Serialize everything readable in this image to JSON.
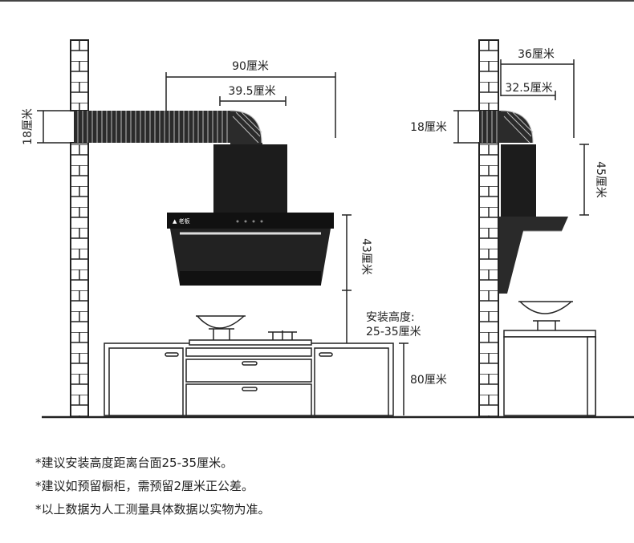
{
  "dimensions": {
    "duct_height_left": "18厘米",
    "total_depth_front": "90厘米",
    "duct_center_front": "39.5厘米",
    "hood_height_front": "43厘米",
    "install_label_line1": "安装高度:",
    "install_label_line2": "25-35厘米",
    "cabinet_height": "80厘米",
    "total_depth_side": "36厘米",
    "duct_center_side": "32.5厘米",
    "duct_height_right": "18厘米",
    "hood_height_side": "45厘米"
  },
  "notes": [
    "*建议安装高度距离台面25-35厘米。",
    "*建议如预留橱柜，需预留2厘米正公差。",
    "*以上数据为人工测量具体数据以实物为准。"
  ],
  "colors": {
    "line": "#222222",
    "hood": "#1c1c1c",
    "duct": "#2a2a2a"
  }
}
